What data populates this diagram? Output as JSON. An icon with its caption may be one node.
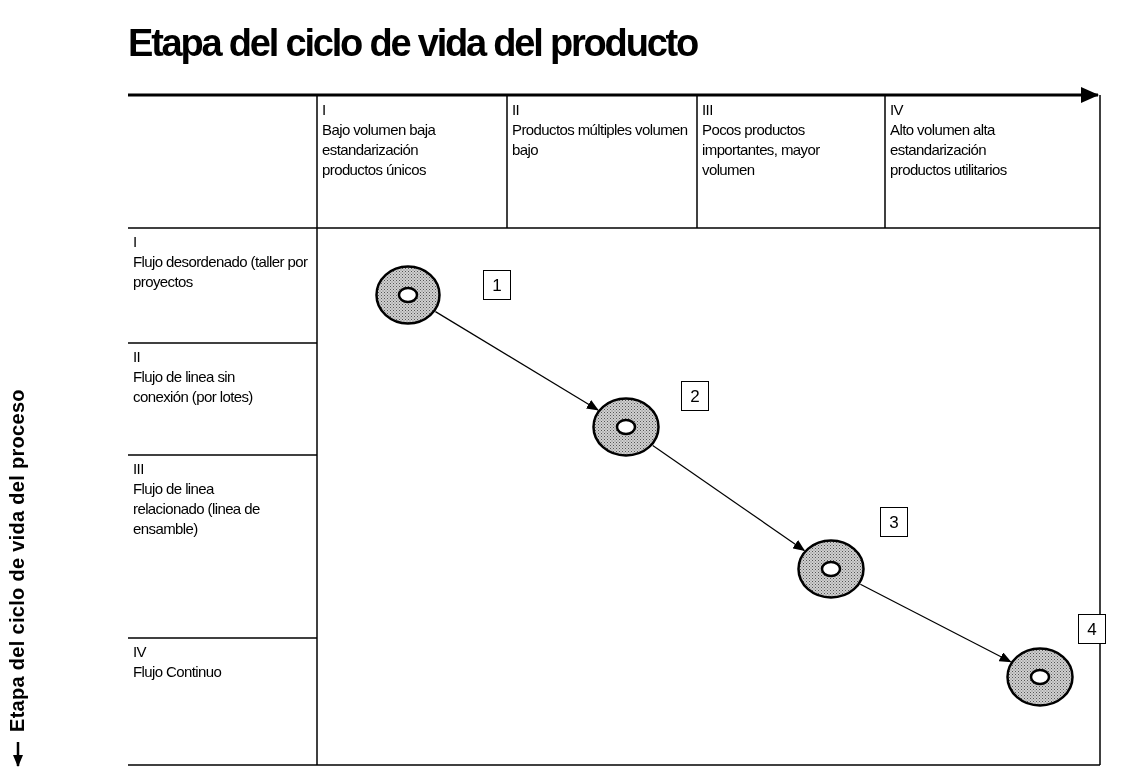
{
  "diagram": {
    "title": "Etapa del ciclo de vida del producto",
    "nodes": [
      {
        "text": [],
        "shape": "circle"
      },
      {
        "text": [
          "1"
        ]
      },
      {
        "text": [],
        "shape": "circle"
      },
      {
        "text": [
          "2"
        ]
      },
      {
        "text": [],
        "shape": "circle"
      },
      {
        "text": [
          "3"
        ]
      },
      {
        "text": [],
        "shape": "circle"
      },
      {
        "text": [
          "4"
        ]
      }
    ],
    "edges": [
      {
        "from": 0,
        "to": 2,
        "arrow": "to"
      },
      {
        "from": 2,
        "to": 4,
        "arrow": "to"
      },
      {
        "from": 4,
        "to": 6,
        "arrow": "to"
      }
    ],
    "labels": [
      "Etapa del ciclo de vida del proceso",
      "I",
      "Bajo volumen baja estandarización productos únicos",
      "II",
      "Productos múltiples volumen bajo",
      "III",
      "Pocos productos importantes, mayor volumen",
      "IV",
      "Alto volumen alta estandarización productos utilitarios",
      "I",
      "Flujo desordenado (taller por proyectos",
      "II",
      "Flujo de linea sin conexión (por lotes)",
      "III",
      "Flujo de linea relacionado (linea de ensamble)",
      "IV",
      "Flujo Continuo"
    ]
  }
}
